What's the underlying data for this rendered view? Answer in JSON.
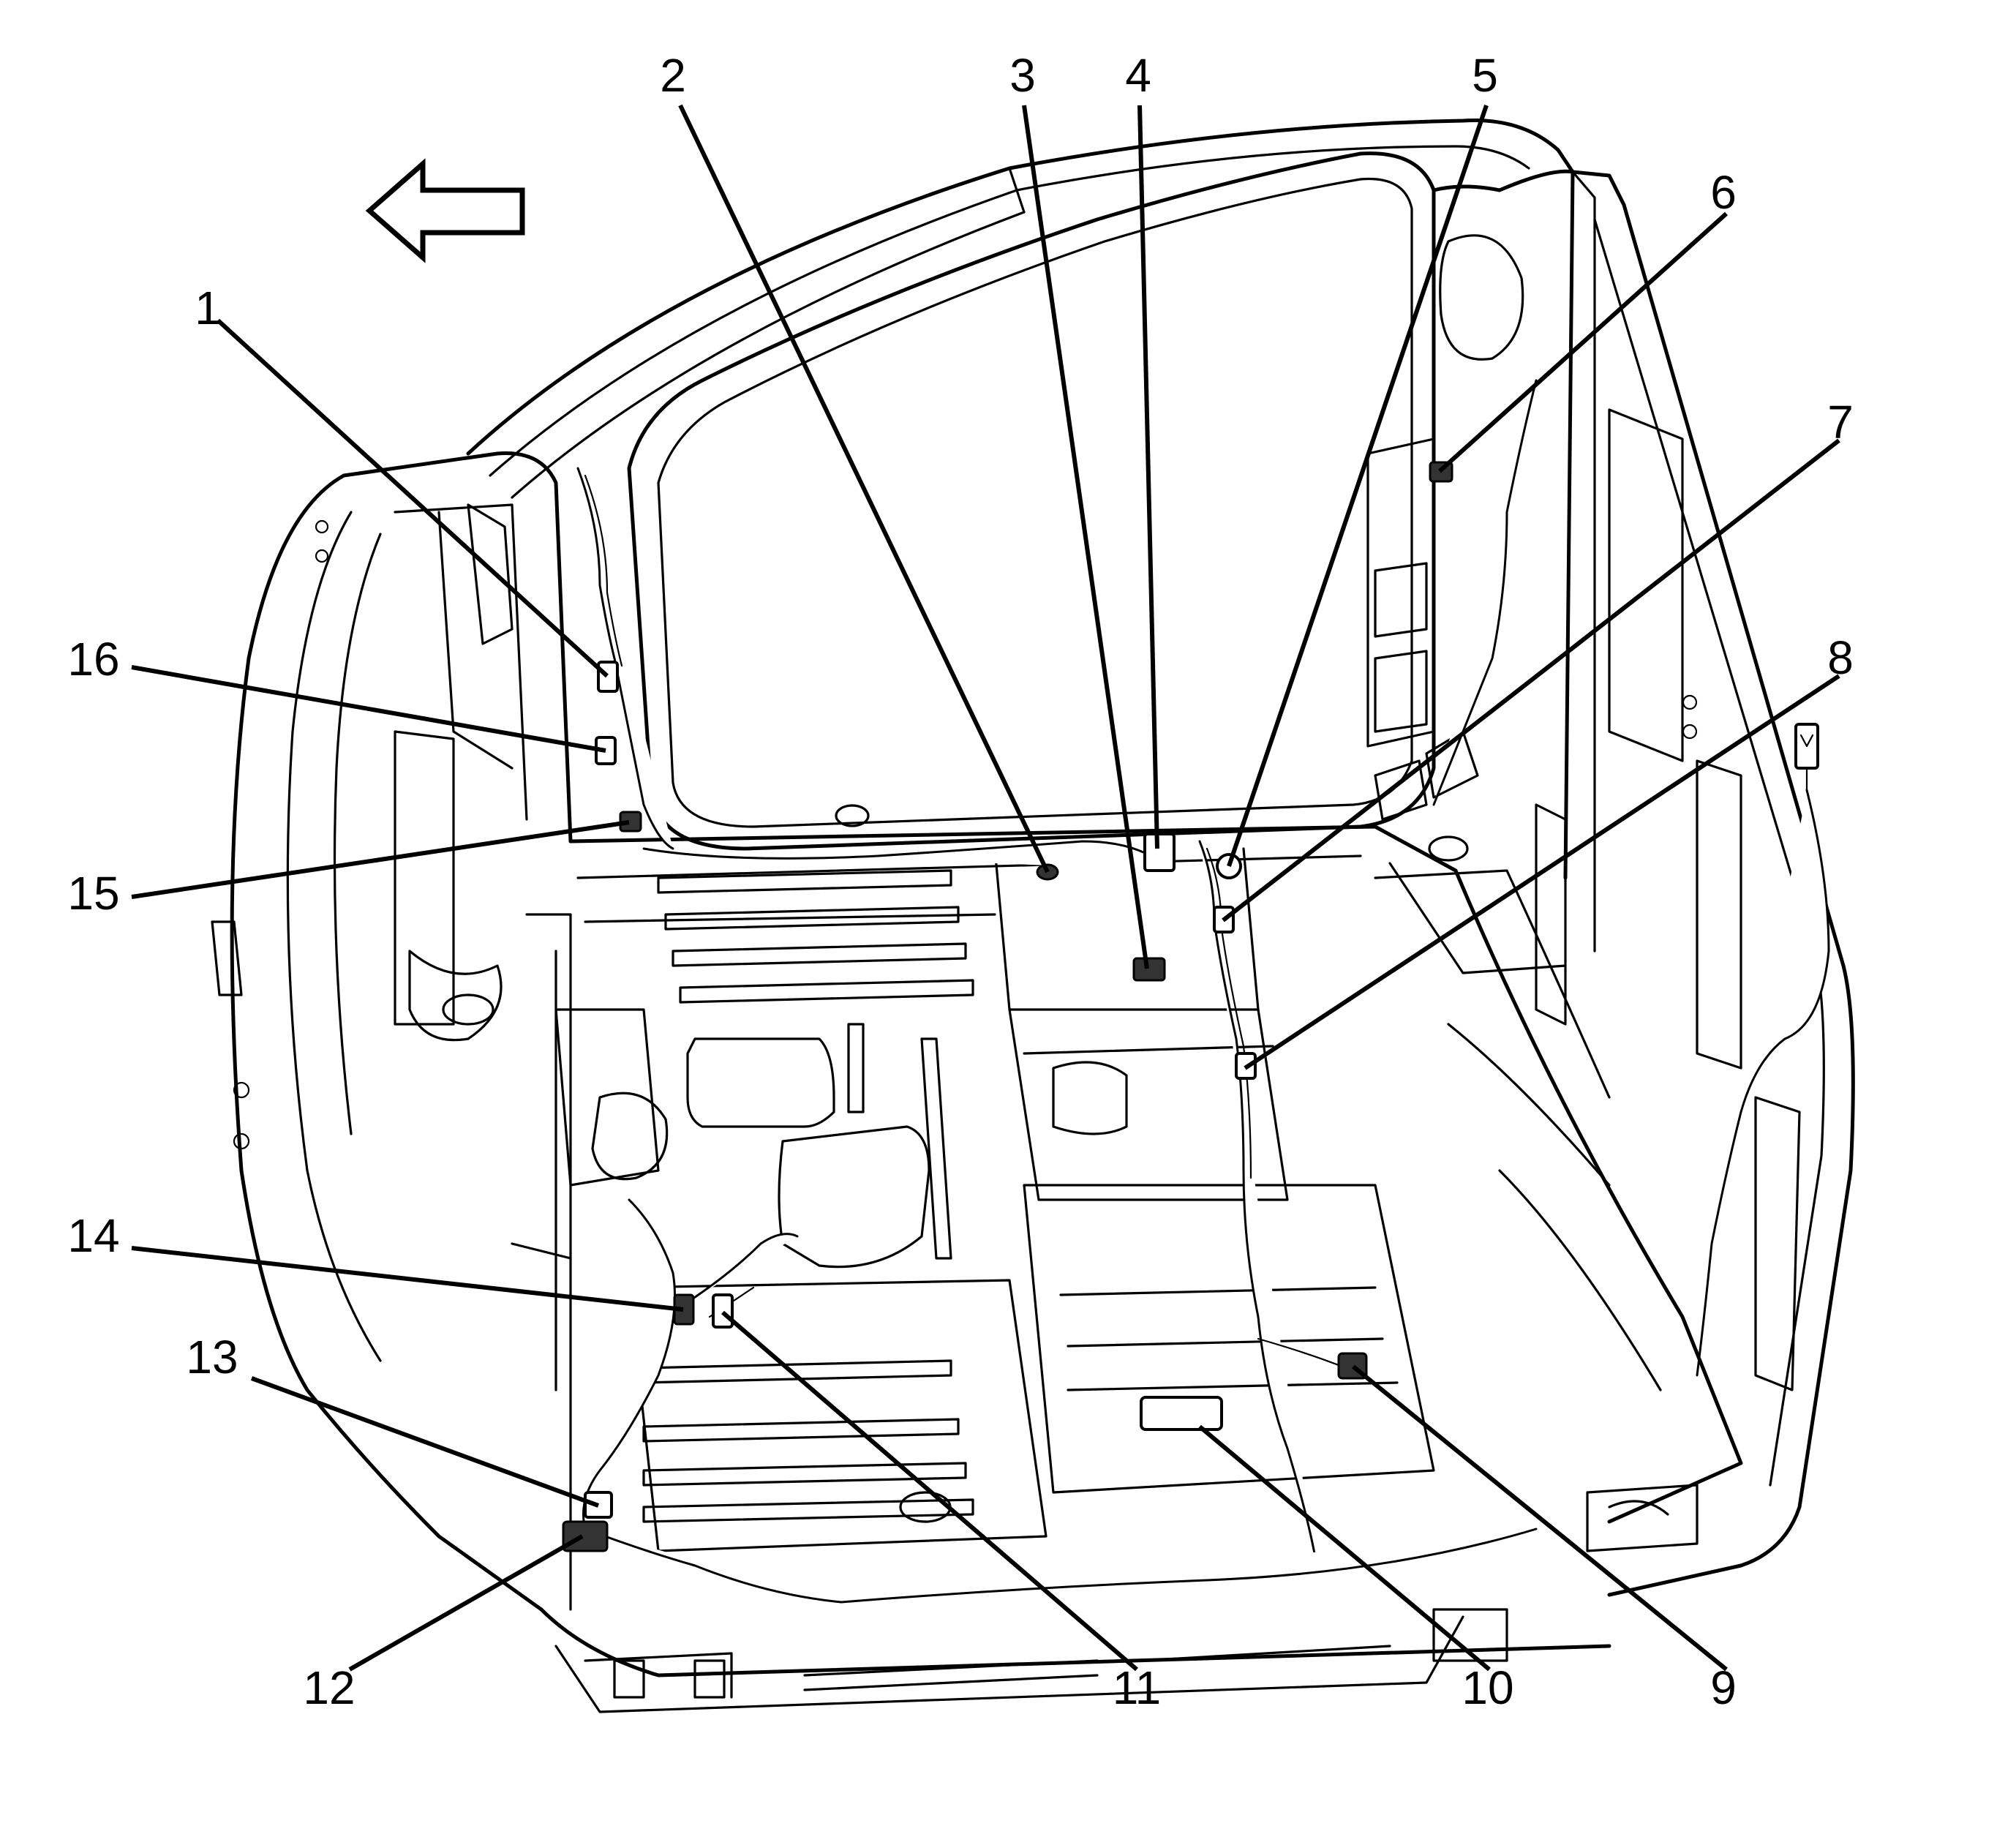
{
  "diagram": {
    "direction_arrow": {
      "icon": "left-arrow-icon",
      "points": "left"
    },
    "callouts": [
      {
        "id": 1,
        "label": "1"
      },
      {
        "id": 2,
        "label": "2"
      },
      {
        "id": 3,
        "label": "3"
      },
      {
        "id": 4,
        "label": "4"
      },
      {
        "id": 5,
        "label": "5"
      },
      {
        "id": 6,
        "label": "6"
      },
      {
        "id": 7,
        "label": "7"
      },
      {
        "id": 8,
        "label": "8"
      },
      {
        "id": 9,
        "label": "9"
      },
      {
        "id": 10,
        "label": "10"
      },
      {
        "id": 11,
        "label": "11"
      },
      {
        "id": 12,
        "label": "12"
      },
      {
        "id": 13,
        "label": "13"
      },
      {
        "id": 14,
        "label": "14"
      },
      {
        "id": 15,
        "label": "15"
      },
      {
        "id": 16,
        "label": "16"
      }
    ]
  }
}
